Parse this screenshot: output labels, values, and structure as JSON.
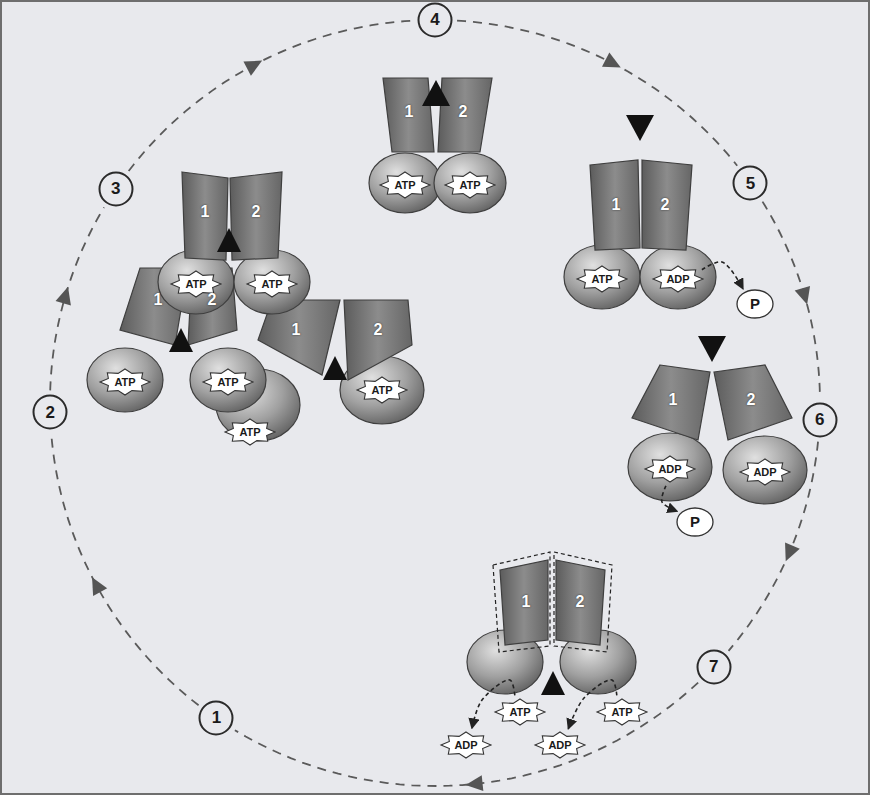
{
  "diagram": {
    "nodes": [
      {
        "text": [
          "1"
        ]
      },
      {
        "text": [
          "2"
        ]
      },
      {
        "text": [
          "3"
        ]
      },
      {
        "text": [
          "4"
        ]
      },
      {
        "text": [
          "5"
        ]
      },
      {
        "text": [
          "6"
        ]
      },
      {
        "text": [
          "7"
        ]
      },
      {
        "text": [
          "ATP"
        ]
      },
      {
        "text": [
          "ATP"
        ]
      },
      {
        "text": [
          "ATP"
        ]
      },
      {
        "text": [
          "ATP"
        ]
      },
      {
        "text": [
          "ATP"
        ]
      },
      {
        "text": [
          "ATP"
        ]
      },
      {
        "text": [
          "ATP"
        ]
      },
      {
        "text": [
          "ATP"
        ]
      },
      {
        "text": [
          "ATP"
        ]
      },
      {
        "text": [
          "ADP"
        ]
      },
      {
        "text": [
          "P"
        ]
      },
      {
        "text": [
          "ADP"
        ]
      },
      {
        "text": [
          "ADP"
        ]
      },
      {
        "text": [
          "P"
        ]
      },
      {
        "text": [
          "ATP"
        ]
      },
      {
        "text": [
          "ATP"
        ]
      },
      {
        "text": [
          "ADP"
        ]
      },
      {
        "text": [
          "ADP"
        ]
      }
    ],
    "edges": [
      {
        "from": 0,
        "to": 1,
        "arrow": "to"
      },
      {
        "from": 1,
        "to": 2,
        "arrow": "to"
      },
      {
        "from": 2,
        "to": 3,
        "arrow": "to"
      },
      {
        "from": 3,
        "to": 4,
        "arrow": "to"
      },
      {
        "from": 4,
        "to": 5,
        "arrow": "to"
      },
      {
        "from": 5,
        "to": 6,
        "arrow": "to"
      },
      {
        "from": 6,
        "to": 0,
        "arrow": "to"
      },
      {
        "from": 16,
        "to": 17,
        "arrow": "to"
      },
      {
        "from": 18,
        "to": 20,
        "arrow": "to"
      },
      {
        "from": 21,
        "to": 23,
        "arrow": "to"
      },
      {
        "from": 22,
        "to": 24,
        "arrow": "to"
      }
    ],
    "labels": [
      "1",
      "2",
      "1",
      "2",
      "1",
      "2",
      "1",
      "2",
      "1",
      "2",
      "1",
      "2",
      "1",
      "2"
    ]
  }
}
